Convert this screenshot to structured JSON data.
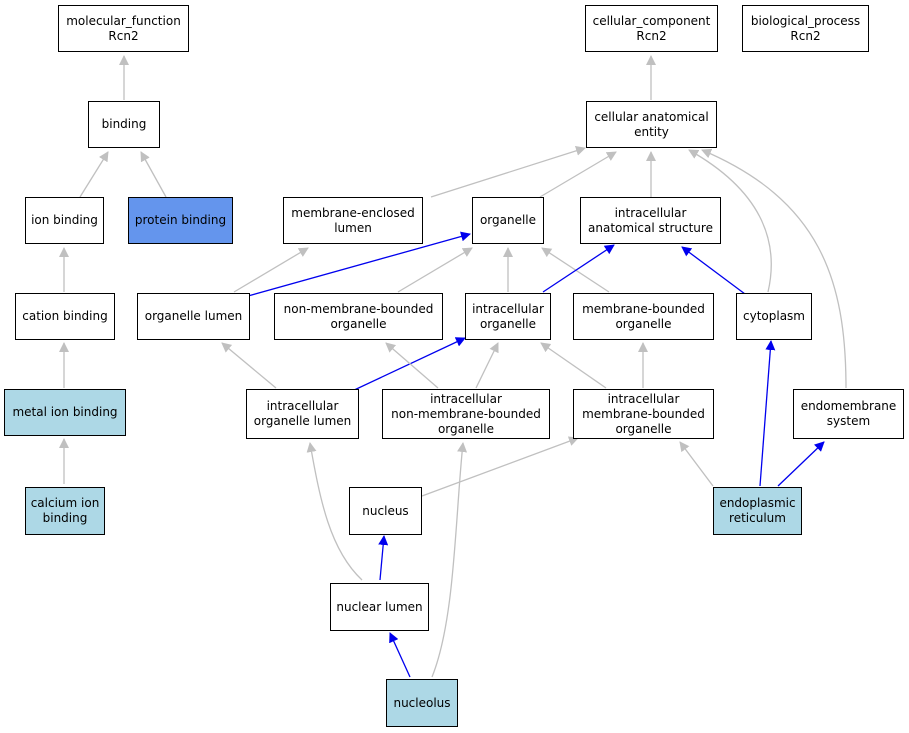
{
  "colors": {
    "node_fill": "#ffffff",
    "highlight_light": "#add8e6",
    "highlight_blue": "#6495ed",
    "edge_gray": "#c0c0c0",
    "edge_blue": "#0000ee"
  },
  "nodes": {
    "molecular_function": {
      "line1": "molecular_function",
      "line2": "Rcn2"
    },
    "cellular_component": {
      "line1": "cellular_component",
      "line2": "Rcn2"
    },
    "biological_process": {
      "line1": "biological_process",
      "line2": "Rcn2"
    },
    "binding": {
      "line1": "binding"
    },
    "cellular_anatomical_entity": {
      "line1": "cellular anatomical",
      "line2": "entity"
    },
    "ion_binding": {
      "line1": "ion binding"
    },
    "protein_binding": {
      "line1": "protein binding"
    },
    "membrane_enclosed_lumen": {
      "line1": "membrane-enclosed",
      "line2": "lumen"
    },
    "organelle": {
      "line1": "organelle"
    },
    "intracellular_anatomical_structure": {
      "line1": "intracellular",
      "line2": "anatomical structure"
    },
    "cation_binding": {
      "line1": "cation binding"
    },
    "organelle_lumen": {
      "line1": "organelle lumen"
    },
    "non_membrane_bounded_organelle": {
      "line1": "non-membrane-bounded",
      "line2": "organelle"
    },
    "intracellular_organelle": {
      "line1": "intracellular",
      "line2": "organelle"
    },
    "membrane_bounded_organelle": {
      "line1": "membrane-bounded",
      "line2": "organelle"
    },
    "cytoplasm": {
      "line1": "cytoplasm"
    },
    "metal_ion_binding": {
      "line1": "metal ion binding"
    },
    "intracellular_organelle_lumen": {
      "line1": "intracellular",
      "line2": "organelle lumen"
    },
    "intracellular_non_membrane_bounded_organelle": {
      "line1": "intracellular",
      "line2": "non-membrane-bounded",
      "line3": "organelle"
    },
    "intracellular_membrane_bounded_organelle": {
      "line1": "intracellular",
      "line2": "membrane-bounded",
      "line3": "organelle"
    },
    "endomembrane_system": {
      "line1": "endomembrane",
      "line2": "system"
    },
    "calcium_ion_binding": {
      "line1": "calcium ion",
      "line2": "binding"
    },
    "nucleus": {
      "line1": "nucleus"
    },
    "endoplasmic_reticulum": {
      "line1": "endoplasmic",
      "line2": "reticulum"
    },
    "nuclear_lumen": {
      "line1": "nuclear lumen"
    },
    "nucleolus": {
      "line1": "nucleolus"
    }
  }
}
